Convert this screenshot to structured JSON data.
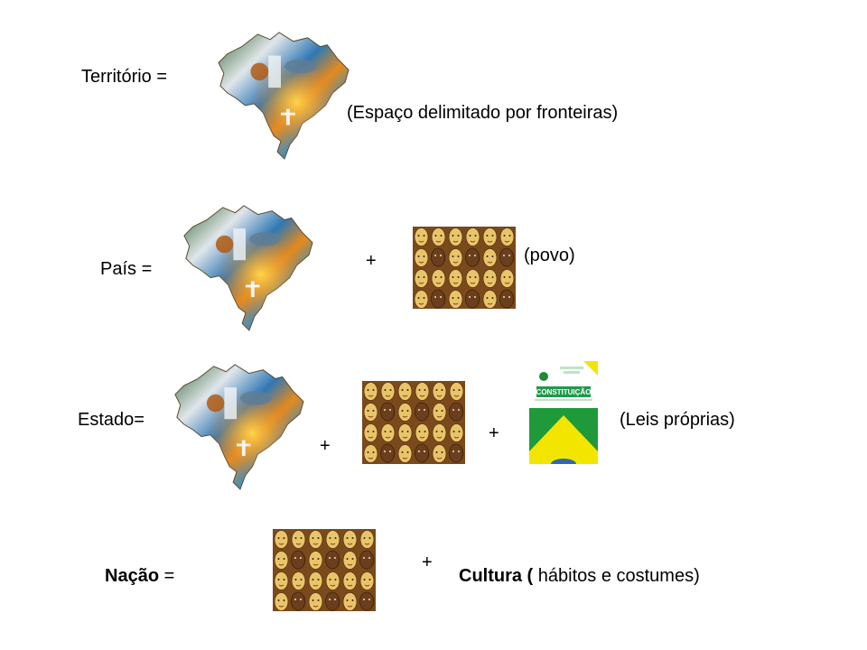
{
  "rows": {
    "territorio": {
      "label": "Território =",
      "note": "(Espaço delimitado por fronteiras)"
    },
    "pais": {
      "label": "País =",
      "plus": "+",
      "note": "(povo)"
    },
    "estado": {
      "label": "Estado=",
      "plus1": "+",
      "plus2": "+",
      "note": "(Leis próprias)"
    },
    "nacao": {
      "label_bold": "Nação",
      "label_rest": " =",
      "plus": "+",
      "note_bold": "Cultura (",
      "note_rest": " hábitos e costumes)"
    }
  },
  "images": {
    "map": "brazil-map-collage",
    "people": "crowd-of-faces-painting",
    "book": "constituicao-book-cover",
    "book_title": "CONSTITUIÇÃO"
  }
}
